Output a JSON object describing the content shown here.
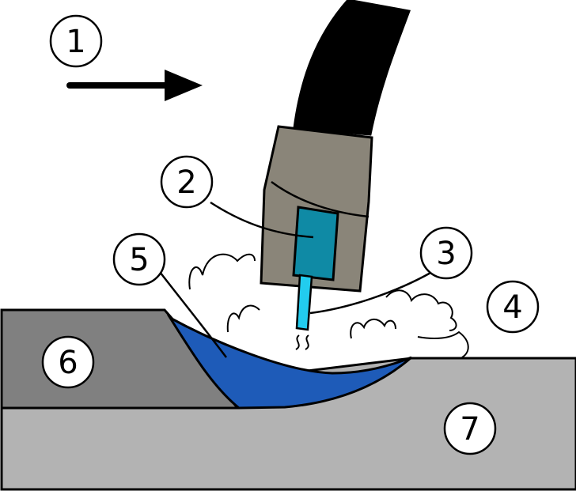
{
  "labels": {
    "travel_direction": "1",
    "contact_tip": "2",
    "electrode_wire": "3",
    "shielding_gas": "4",
    "weld_pool": "5",
    "weld_bead": "6",
    "base_metal": "7"
  },
  "colors": {
    "cable": "#000000",
    "nozzle": "#8a8579",
    "contact_tip": "#0f8aa5",
    "wire": "#22ccee",
    "weld_pool": "#1e5bb8",
    "weld_bead": "#808080",
    "base_metal": "#b3b3b3",
    "outline": "#000000"
  },
  "icons": {
    "travel_arrow": "right-arrow-icon"
  }
}
